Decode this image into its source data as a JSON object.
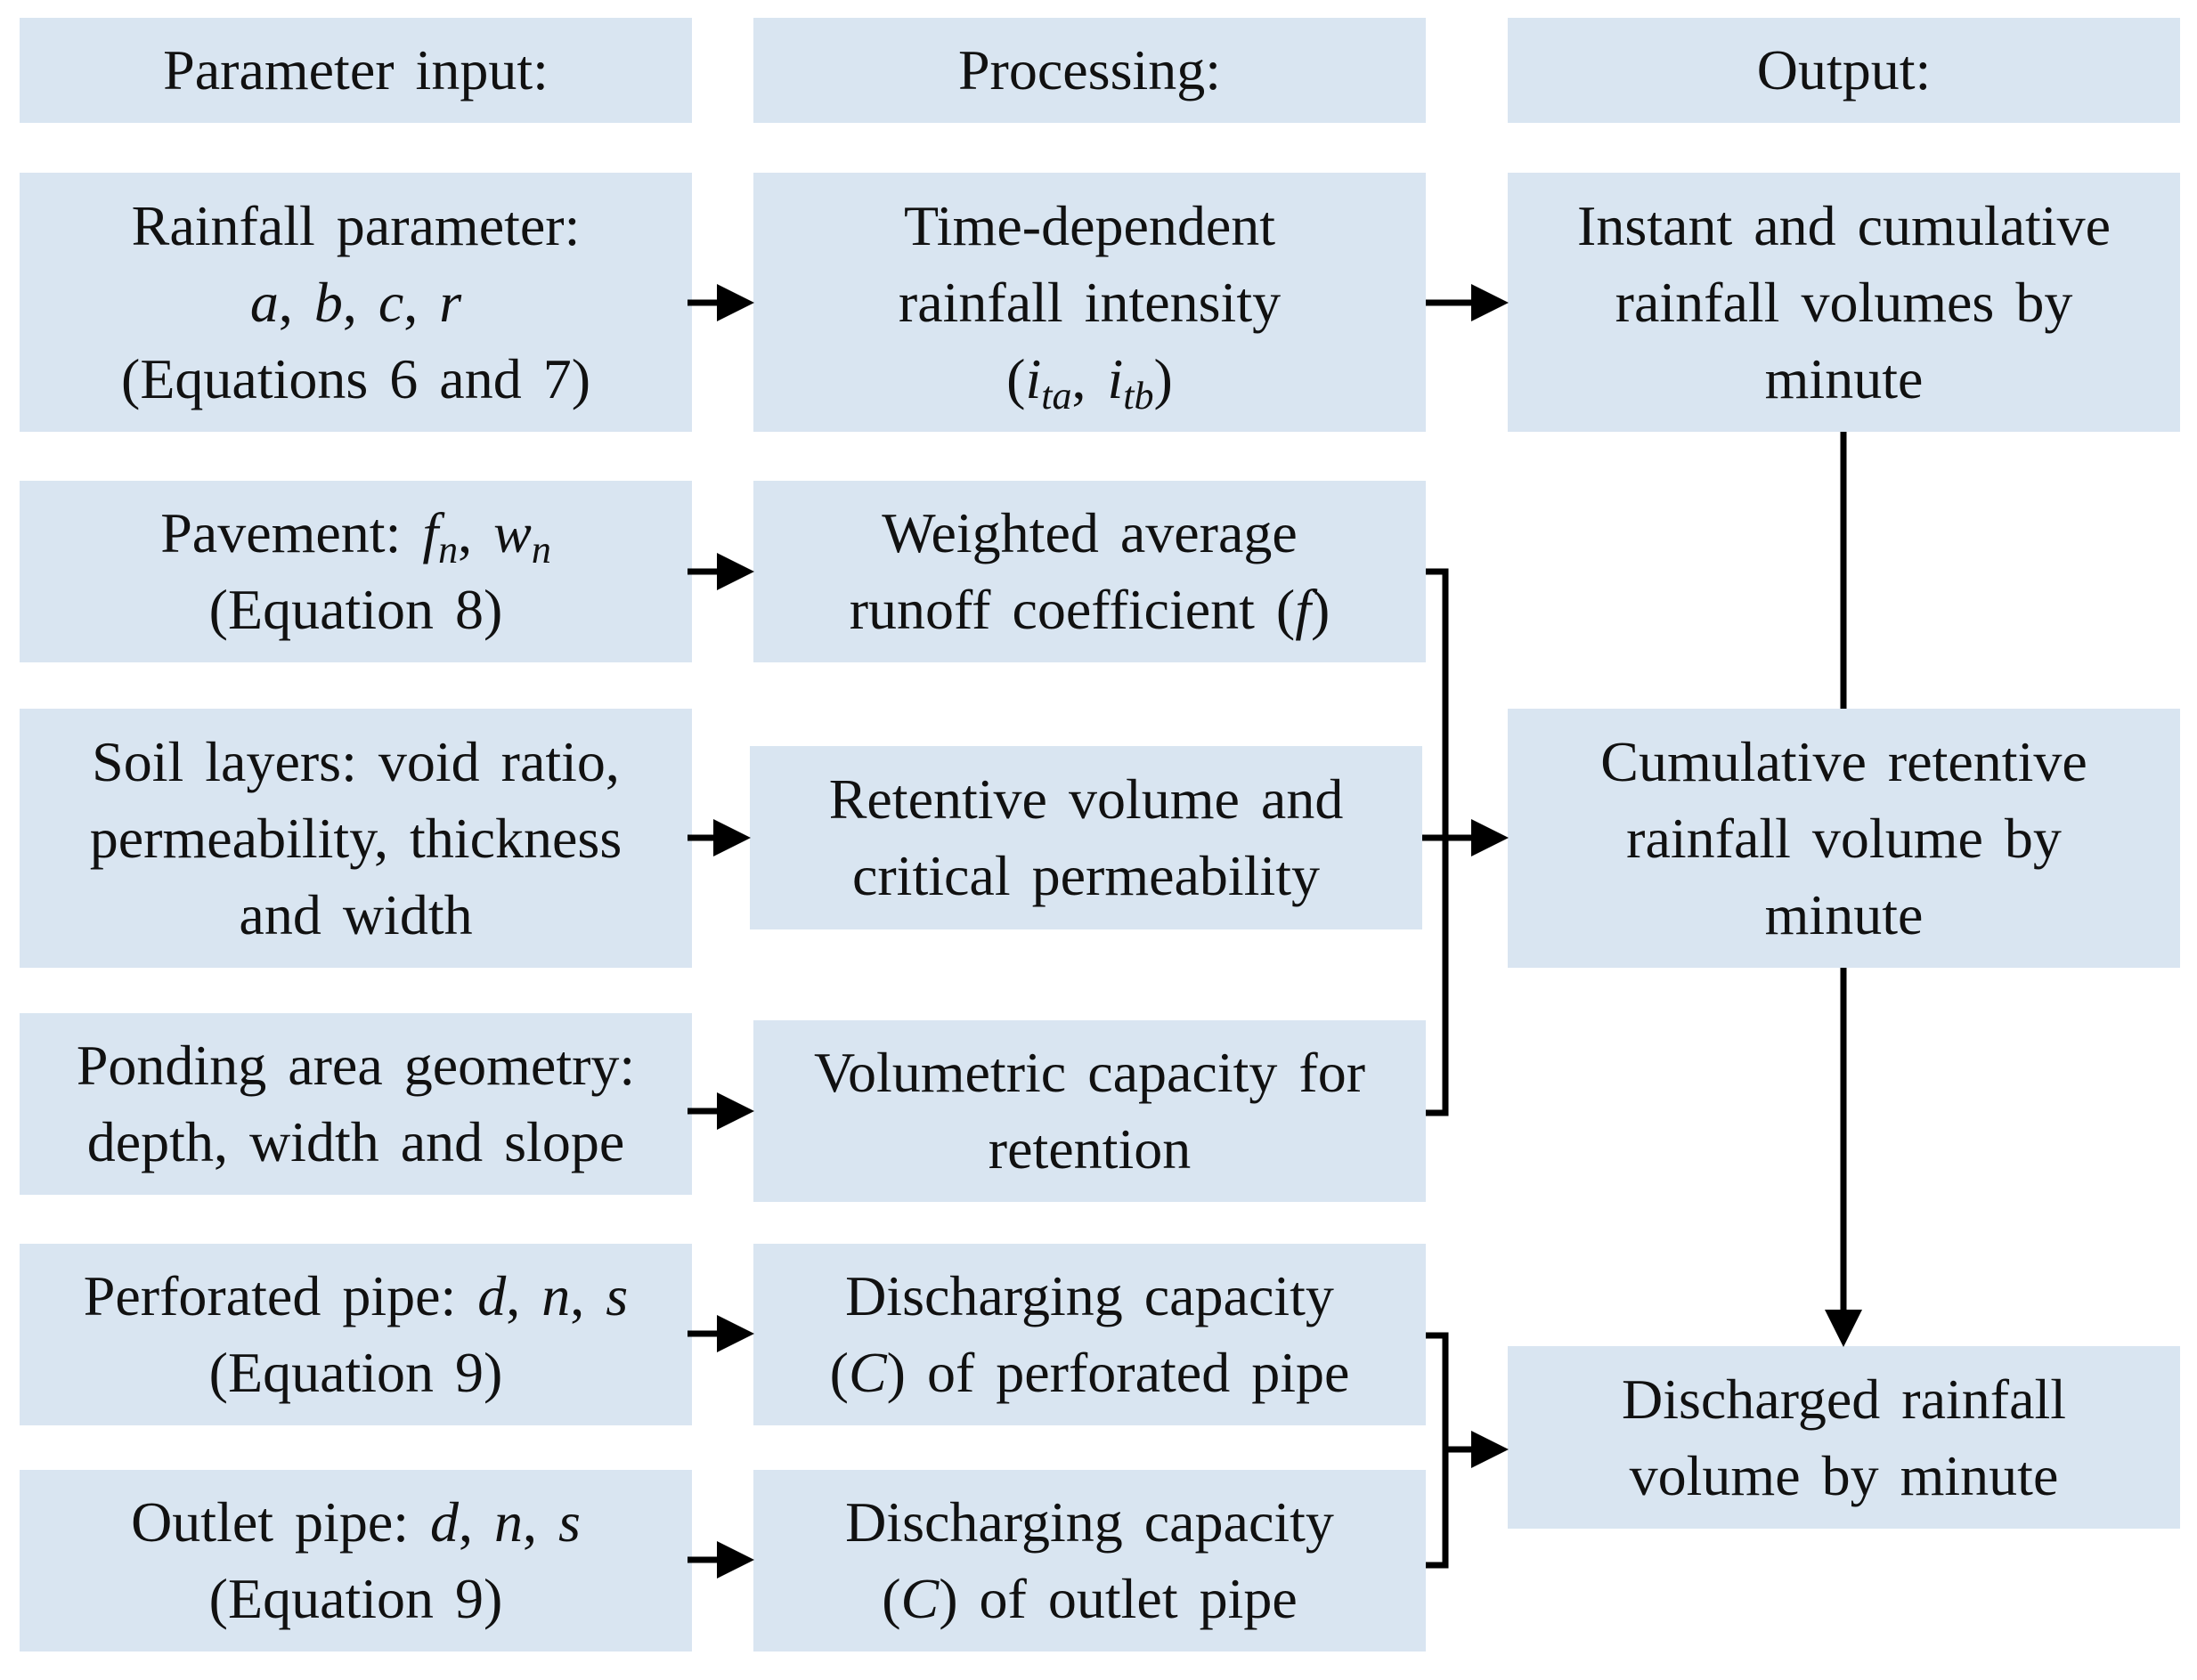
{
  "headers": {
    "input": "Parameter input:",
    "processing": "Processing:",
    "output": "Output:"
  },
  "inputs": {
    "rainfall": {
      "line1": "Rainfall parameter:",
      "params": [
        "a",
        "b",
        "c",
        "r"
      ],
      "line3": "(Equations 6 and 7)"
    },
    "pavement": {
      "label": "Pavement:",
      "symbols": [
        {
          "base": "f",
          "sub": "n"
        },
        {
          "base": "w",
          "sub": "n"
        }
      ],
      "line2": "(Equation 8)"
    },
    "soil": {
      "line1": "Soil layers: void ratio,",
      "line2": "permeability, thickness",
      "line3": "and width"
    },
    "ponding": {
      "line1": "Ponding area geometry:",
      "line2": "depth, width and slope"
    },
    "perforated": {
      "label": "Perforated pipe:",
      "params": [
        "d",
        "n",
        "s"
      ],
      "line2": "(Equation 9)"
    },
    "outlet": {
      "label": "Outlet pipe:",
      "params": [
        "d",
        "n",
        "s"
      ],
      "line2": "(Equation 9)"
    }
  },
  "processing": {
    "rainfall_intensity": {
      "line1": "Time-dependent",
      "line2": "rainfall intensity",
      "symbols": [
        {
          "base": "i",
          "sub": "ta"
        },
        {
          "base": "i",
          "sub": "tb"
        }
      ]
    },
    "runoff": {
      "line1": "Weighted average",
      "line2": "runoff coefficient (",
      "symbol": "f",
      "close": ")"
    },
    "retentive": {
      "line1": "Retentive volume and",
      "line2": "critical permeability"
    },
    "volumetric": {
      "line1": "Volumetric capacity for",
      "line2": "retention"
    },
    "discharge_perforated": {
      "line1": "Discharging capacity",
      "symbol": "C",
      "line2_rest": "of perforated pipe"
    },
    "discharge_outlet": {
      "line1": "Discharging capacity",
      "symbol": "C",
      "line2_rest": "of outlet pipe"
    }
  },
  "outputs": {
    "instant": {
      "line1": "Instant and cumulative",
      "line2": "rainfall volumes by",
      "line3": "minute"
    },
    "cumulative": {
      "line1": "Cumulative retentive",
      "line2": "rainfall volume by",
      "line3": "minute"
    },
    "discharged": {
      "line1": "Discharged rainfall",
      "line2": "volume by minute"
    }
  },
  "colors": {
    "box_fill": "#d9e5f1",
    "text": "#111111",
    "connector": "#000000"
  }
}
